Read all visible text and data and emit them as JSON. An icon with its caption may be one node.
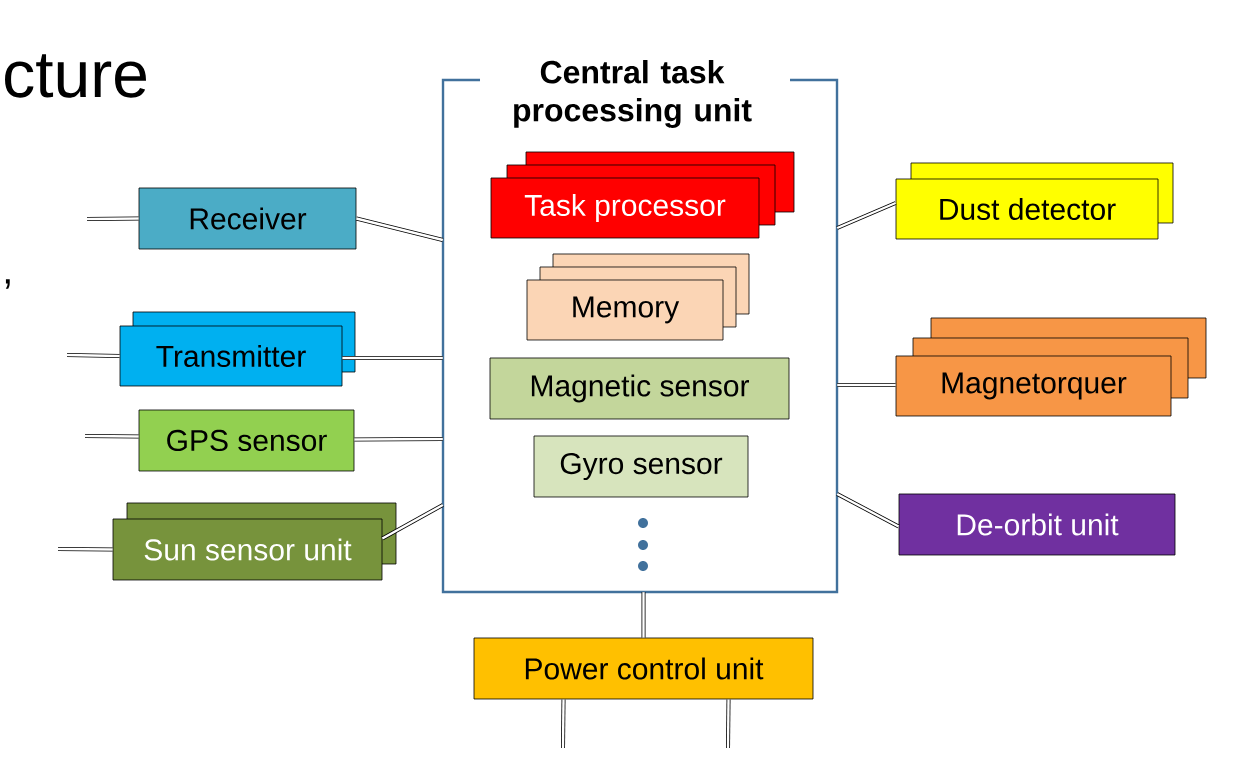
{
  "diagram": {
    "nodes": [
      {
        "text": [
          "Central task processing unit"
        ]
      },
      {
        "text": [
          "Task processor"
        ],
        "in": 0
      },
      {
        "text": [
          "Memory"
        ],
        "in": 0
      },
      {
        "text": [
          "Magnetic sensor"
        ],
        "in": 0
      },
      {
        "text": [
          "Gyro sensor"
        ],
        "in": 0
      },
      {
        "text": [
          "Receiver"
        ]
      },
      {
        "text": [
          "Transmitter"
        ]
      },
      {
        "text": [
          "GPS sensor"
        ]
      },
      {
        "text": [
          "Sun sensor unit"
        ]
      },
      {
        "text": [
          "Dust detector"
        ]
      },
      {
        "text": [
          "Magnetorquer"
        ]
      },
      {
        "text": [
          "De-orbit unit"
        ]
      },
      {
        "text": [
          "Power control unit"
        ]
      }
    ],
    "edges": [
      {
        "from": null,
        "to": 5,
        "arrow": "none"
      },
      {
        "from": 5,
        "to": 0,
        "arrow": "none"
      },
      {
        "from": null,
        "to": 6,
        "arrow": "none"
      },
      {
        "from": 6,
        "to": 0,
        "arrow": "none"
      },
      {
        "from": null,
        "to": 7,
        "arrow": "none"
      },
      {
        "from": 7,
        "to": 0,
        "arrow": "none"
      },
      {
        "from": null,
        "to": 8,
        "arrow": "none"
      },
      {
        "from": 8,
        "to": 0,
        "arrow": "none"
      },
      {
        "from": 0,
        "to": 9,
        "arrow": "none"
      },
      {
        "from": 0,
        "to": 10,
        "arrow": "none"
      },
      {
        "from": 0,
        "to": 11,
        "arrow": "none"
      },
      {
        "from": 0,
        "to": 12,
        "arrow": "none"
      },
      {
        "from": 12,
        "to": null,
        "arrow": "none"
      },
      {
        "from": 12,
        "to": null,
        "arrow": "none"
      }
    ],
    "labels": [
      "cture",
      ","
    ]
  }
}
